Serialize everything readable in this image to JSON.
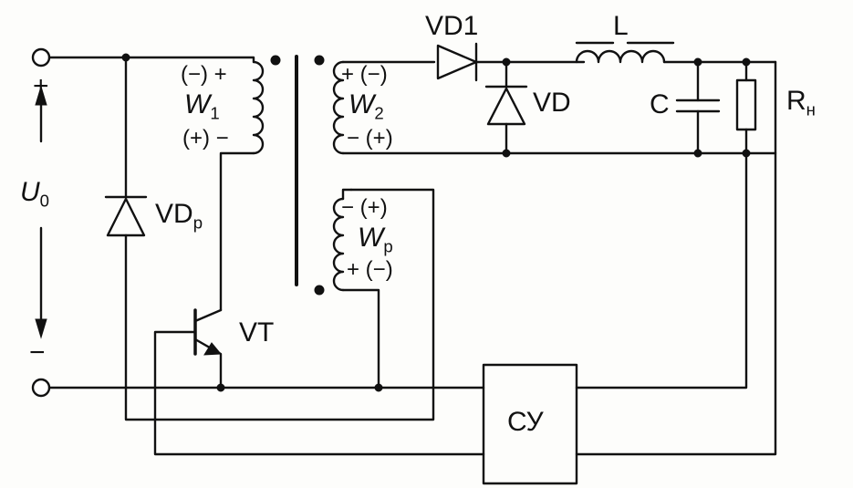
{
  "labels": {
    "vd1": "VD1",
    "l": "L",
    "vd": "VD",
    "c": "C",
    "rn_main": "R",
    "rn_sub": "н",
    "u0_main": "U",
    "u0_sub": "0",
    "plus": "+",
    "minus": "−",
    "vdp_main": "VD",
    "vdp_sub": "р",
    "vt": "VT",
    "cy": "СУ",
    "w1_main": "W",
    "w1_sub": "1",
    "w1_top": "(−) +",
    "w1_bot": "(+) −",
    "w2_main": "W",
    "w2_sub": "2",
    "w2_top": "+ (−)",
    "w2_bot": "− (+)",
    "wp_main": "W",
    "wp_sub": "р",
    "wp_top": "− (+)",
    "wp_bot": "+ (−)"
  },
  "colors": {
    "ink": "#111111",
    "paper": "#fdfdfb"
  }
}
